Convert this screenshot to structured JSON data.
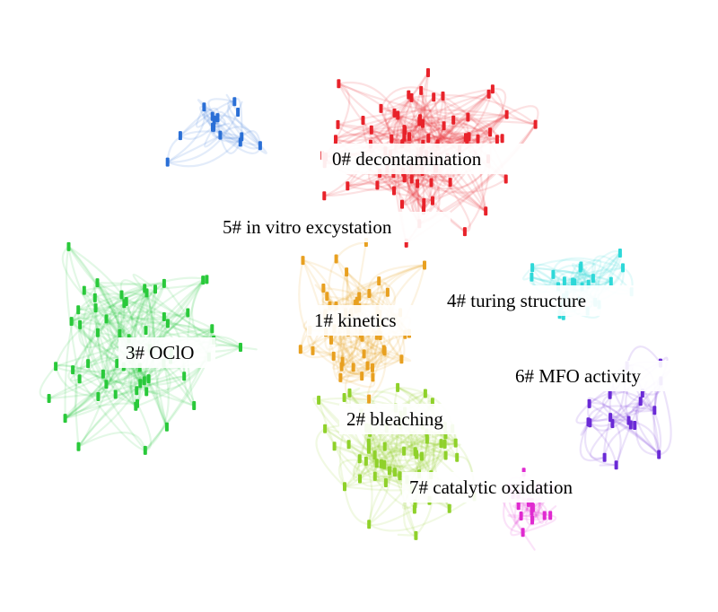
{
  "diagram": {
    "type": "clustered co-citation network",
    "clusters": [
      {
        "id": 0,
        "label": "0# decontamination",
        "color": "#e8222a"
      },
      {
        "id": 1,
        "label": "1# kinetics",
        "color": "#e8a020"
      },
      {
        "id": 2,
        "label": "2# bleaching",
        "color": "#8fd12a"
      },
      {
        "id": 3,
        "label": "3# OClO",
        "color": "#29c93a"
      },
      {
        "id": 4,
        "label": "4# turing structure",
        "color": "#2ed8d8"
      },
      {
        "id": 5,
        "label": "5# in vitro excystation",
        "color": "#2a6fd6"
      },
      {
        "id": 6,
        "label": "6# MFO activity",
        "color": "#6a2ad6"
      },
      {
        "id": 7,
        "label": "7# catalytic oxidation",
        "color": "#e02ad0"
      }
    ],
    "background": "#ffffff"
  }
}
